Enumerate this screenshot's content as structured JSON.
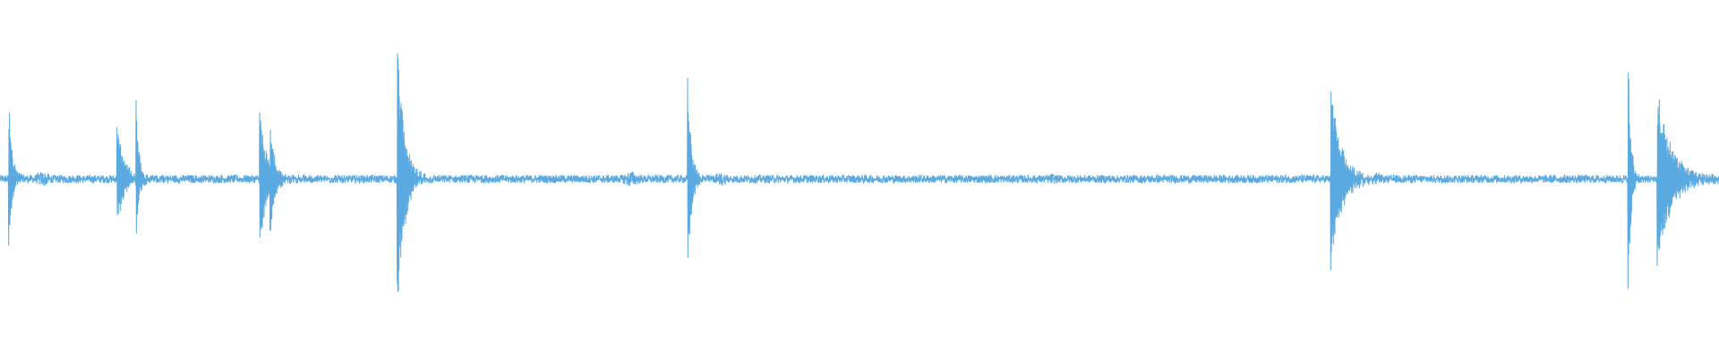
{
  "waveform": {
    "color": "#5aa9e0",
    "baseline_noise_level": 0.025,
    "transients": [
      {
        "time": 0.005,
        "peak": 0.55,
        "decay": 0.002,
        "asym": 0.45
      },
      {
        "time": 0.068,
        "peak": 0.35,
        "decay": 0.004,
        "asym": 0.3
      },
      {
        "time": 0.079,
        "peak": 0.6,
        "decay": 0.0015,
        "asym": 0.5
      },
      {
        "time": 0.151,
        "peak": 0.45,
        "decay": 0.004,
        "asym": 0.45
      },
      {
        "time": 0.157,
        "peak": 0.35,
        "decay": 0.002,
        "asym": 0.35
      },
      {
        "time": 0.231,
        "peak": 0.9,
        "decay": 0.004,
        "asym": 0.9
      },
      {
        "time": 0.4,
        "peak": 0.65,
        "decay": 0.002,
        "asym": 0.65
      },
      {
        "time": 0.774,
        "peak": 0.58,
        "decay": 0.006,
        "asym": 0.58
      },
      {
        "time": 0.947,
        "peak": 0.92,
        "decay": 0.0015,
        "asym": 0.9
      },
      {
        "time": 0.964,
        "peak": 0.56,
        "decay": 0.008,
        "asym": 0.56
      }
    ],
    "noise_bumps": [
      {
        "time": 0.025,
        "level": 0.05
      },
      {
        "time": 0.367,
        "level": 0.055
      },
      {
        "time": 0.42,
        "level": 0.045
      },
      {
        "time": 0.612,
        "level": 0.035
      },
      {
        "time": 0.8,
        "level": 0.04
      }
    ]
  }
}
